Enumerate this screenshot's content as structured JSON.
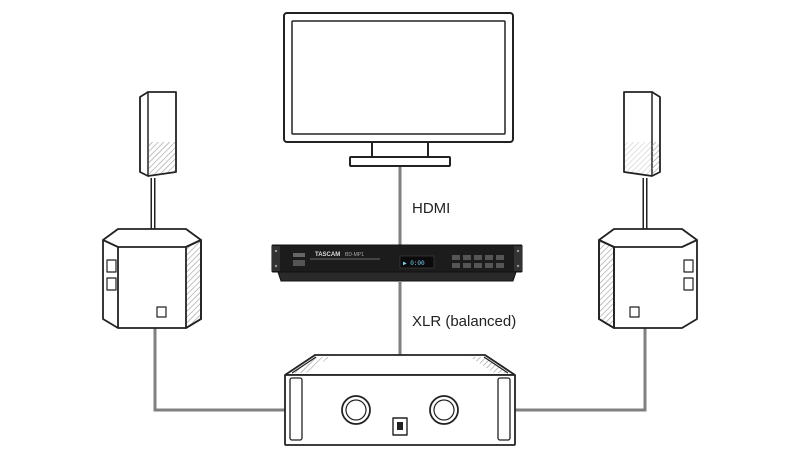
{
  "connections": {
    "hdmi_label": "HDMI",
    "xlr_label": "XLR (balanced)"
  },
  "player": {
    "brand": "TASCAM",
    "model": "BD-MP1"
  },
  "devices": [
    {
      "name": "display",
      "icon": "monitor-icon"
    },
    {
      "name": "media player",
      "icon": "blu-ray-player-icon"
    },
    {
      "name": "amplifier",
      "icon": "power-amplifier-icon"
    },
    {
      "name": "left satellite speaker",
      "icon": "speaker-icon"
    },
    {
      "name": "left subwoofer",
      "icon": "subwoofer-icon"
    },
    {
      "name": "right satellite speaker",
      "icon": "speaker-icon"
    },
    {
      "name": "right subwoofer",
      "icon": "subwoofer-icon"
    }
  ],
  "colors": {
    "cable": "#808080",
    "outline": "#222222",
    "player_body": "#1c1c1c",
    "display_text": "#7fd6ff"
  }
}
